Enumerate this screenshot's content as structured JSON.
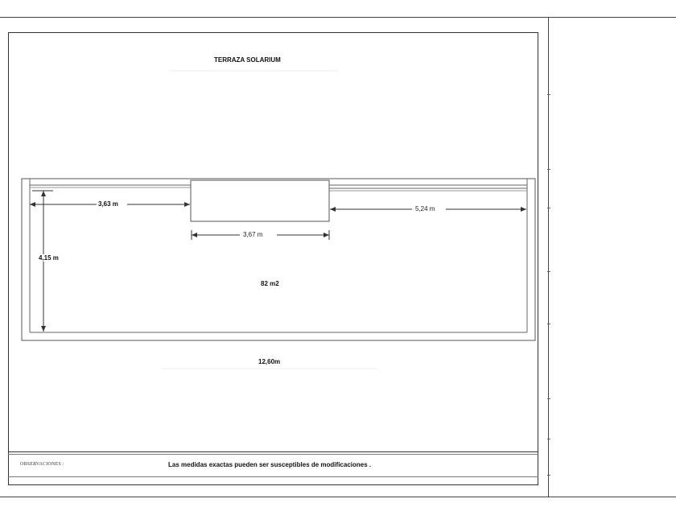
{
  "plan": {
    "title": "TERRAZA SOLARIUM",
    "dim_left_top": "3,63 m",
    "dim_middle": "3,67 m",
    "dim_right": "5,24 m",
    "dim_height": "4,15 m",
    "area": "82 m2",
    "dim_total_width": "12,60m"
  },
  "footer": {
    "observations_label": "OBSERVACIONES :",
    "note": "Las medidas exactas pueden ser susceptibles de modificaciones ."
  }
}
